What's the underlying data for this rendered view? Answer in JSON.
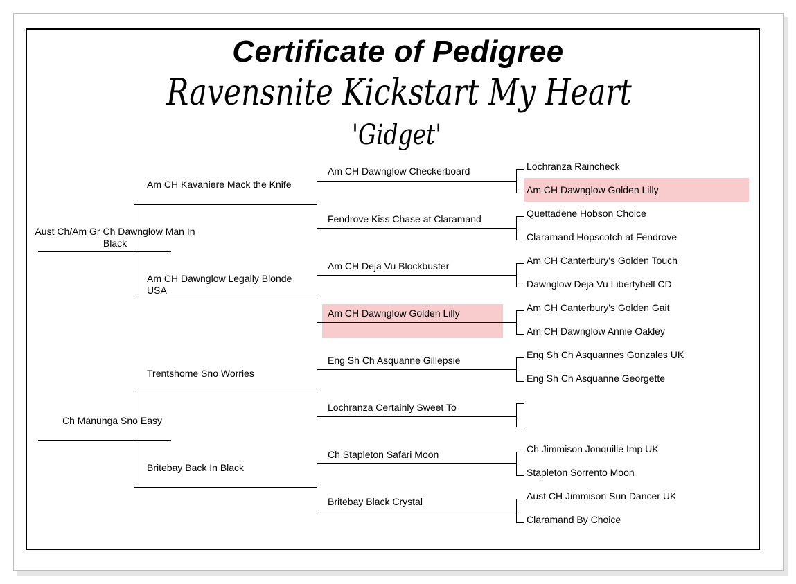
{
  "certificate": {
    "title": "Certificate of Pedigree",
    "registered_name": "Ravensnite Kickstart My Heart",
    "call_name": "'Gidget'"
  },
  "highlight_color": "#f8cccc",
  "pedigree": {
    "sire": "Aust Ch/Am Gr Ch Dawnglow Man In Black",
    "dam": "Ch Manunga Sno Easy",
    "grandparents": [
      "Am CH Kavaniere Mack the Knife",
      "Am CH Dawnglow Legally Blonde USA",
      "Trentshome Sno Worries",
      "Britebay Back In Black"
    ],
    "great_grandparents": [
      "Am CH Dawnglow Checkerboard",
      "Fendrove Kiss Chase at Claramand",
      "Am CH Deja Vu Blockbuster",
      "Am CH Dawnglow Golden Lilly",
      "Eng Sh Ch Asquanne Gillepsie",
      "Lochranza Certainly Sweet To",
      "Ch Stapleton Safari Moon",
      "Britebay Black Crystal"
    ],
    "great_great_grandparents": [
      "Lochranza Raincheck",
      "Am CH Dawnglow Golden Lilly",
      "Quettadene Hobson Choice",
      "Claramand Hopscotch at Fendrove",
      "Am CH Canterbury's Golden Touch",
      "Dawnglow Deja Vu Libertybell CD",
      "Am CH Canterbury's Golden Gait",
      "Am CH Dawnglow Annie Oakley",
      "Eng Sh Ch Asquannes Gonzales UK",
      "Eng Sh Ch Asquanne Georgette",
      "",
      "",
      "Ch Jimmison Jonquille Imp UK",
      "Stapleton Sorrento Moon",
      "Aust CH Jimmison Sun Dancer UK",
      "Claramand By Choice"
    ]
  }
}
